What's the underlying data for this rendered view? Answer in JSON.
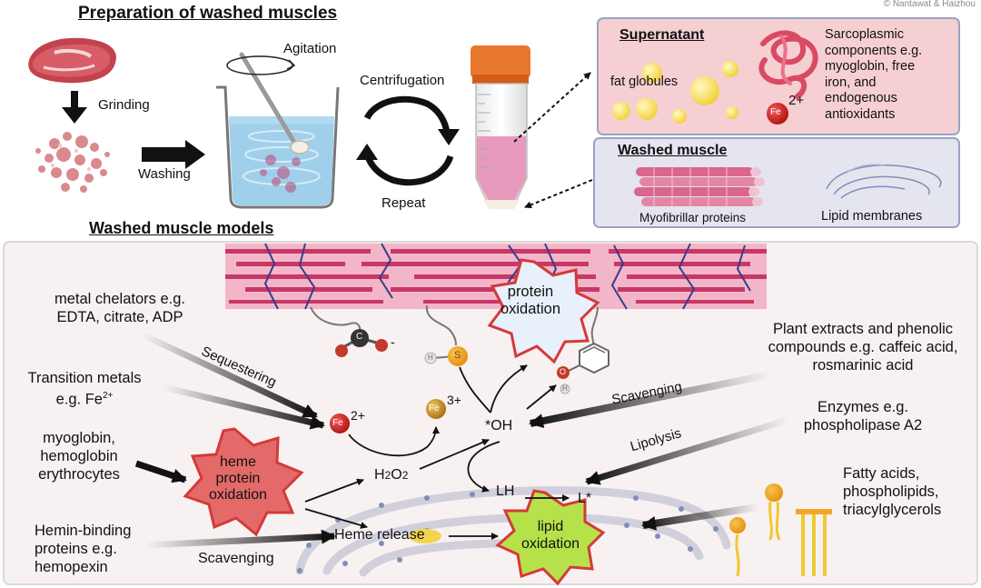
{
  "copyright": "© Nantawat & Haizhou",
  "top": {
    "title": "Preparation of washed muscles",
    "grinding": "Grinding",
    "agitation": "Agitation",
    "washing": "Washing",
    "centrifugation": "Centrifugation",
    "repeat": "Repeat"
  },
  "supernatant": {
    "title": "Supernatant",
    "fat": "fat globules",
    "sarco_lines": [
      "Sarcoplasmic",
      "components  e.g.",
      "myoglobin, free",
      "iron, and",
      "endogenous",
      "antioxidants"
    ],
    "fe": "Fe",
    "fe_charge": "2+"
  },
  "washed": {
    "title": "Washed muscle",
    "myo": "Myofibrillar proteins",
    "lipid": "Lipid membranes"
  },
  "models": {
    "title": "Washed muscle models",
    "left": {
      "chelators": [
        "metal chelators e.g.",
        "EDTA, citrate, ADP"
      ],
      "transition_l1": "Transition metals",
      "transition_l2": "e.g. Fe",
      "transition_sup": "2+",
      "myoglobin": [
        "myoglobin,",
        "hemoglobin",
        "erythrocytes"
      ],
      "hemin": [
        "Hemin-binding",
        "proteins e.g.",
        "hemopexin"
      ]
    },
    "right": {
      "plant": [
        "Plant extracts and phenolic",
        "compounds e.g. caffeic acid,",
        "rosmarinic acid"
      ],
      "enzymes": [
        "Enzymes e.g.",
        "phospholipase A2"
      ],
      "fatty": [
        "Fatty acids,",
        "phospholipids,",
        "triacylglycerols"
      ]
    },
    "center": {
      "sequestering": "Sequestering",
      "scavenging_top": "Scavenging",
      "lipolysis": "Lipolysis",
      "scavenging_bottom": "Scavenging",
      "protein_ox": [
        "protein",
        "oxidation"
      ],
      "heme_ox": [
        "heme",
        "protein",
        "oxidation"
      ],
      "lipid_ox": [
        "lipid",
        "oxidation"
      ],
      "fe2": "Fe",
      "fe2_charge": "2+",
      "fe3": "Fe",
      "fe3_charge": "3+",
      "oh": "*OH",
      "h2o2_h": "H",
      "h2o2_2a": "2",
      "h2o2_o": "O",
      "h2o2_2b": "2",
      "lh": "LH",
      "l_radical": "L*",
      "heme_release": "Heme release",
      "atom_c": "C",
      "atom_o": "O",
      "atom_h": "H",
      "atom_s": "S",
      "minus": "-"
    }
  },
  "colors": {
    "supernatant_bg": "#f6cfd3",
    "washed_bg": "#e4e5ef",
    "panel_bg": "#f8f1f1",
    "star_protein": "#e7f0fb",
    "star_heme": "#e46a6a",
    "star_lipid": "#b7e14a",
    "iron2": "#d21f1f",
    "iron3": "#c8962a",
    "sulfur": "#e8a930"
  }
}
